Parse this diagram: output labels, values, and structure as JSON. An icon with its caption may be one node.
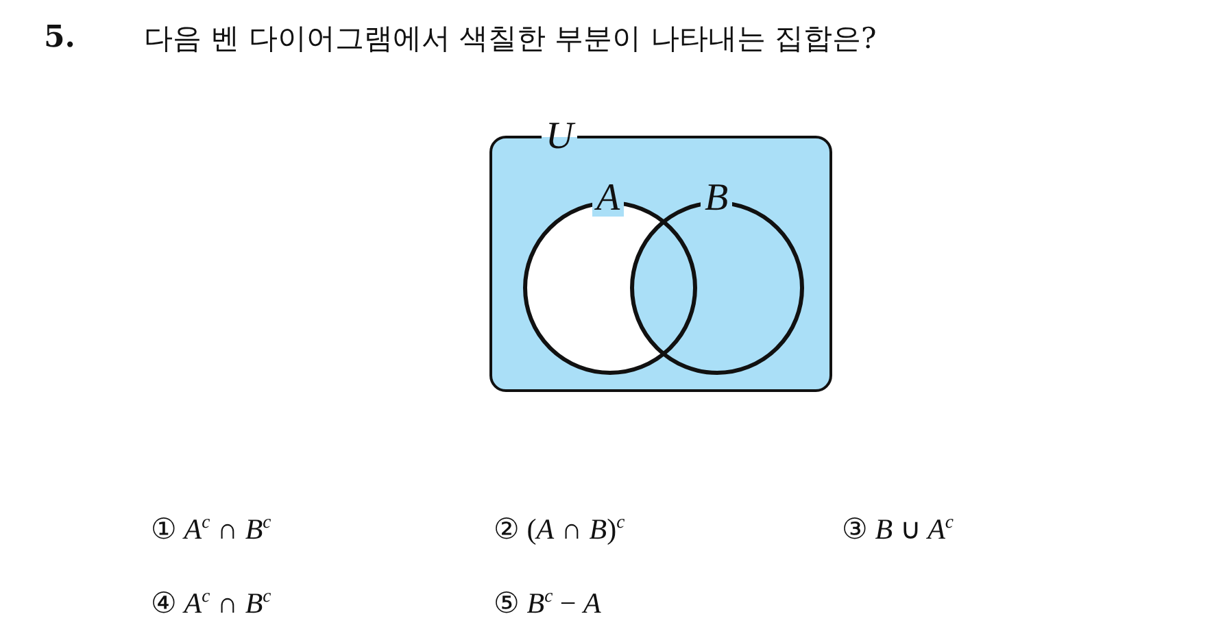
{
  "diagram": {
    "title": "다음 벤 다이어그램에서 색칠한 부분이 나타내는 집합은?",
    "nodes": [
      {
        "text": [
          "U"
        ]
      },
      {
        "text": [
          "A"
        ],
        "in": 0
      },
      {
        "text": [
          "B"
        ],
        "in": 0
      }
    ],
    "labels": [
      "5.",
      "① *A*$^{c}$ ∩ *B*$^{c}$",
      "② (*A* ∩ *B*)$^{c}$",
      "③ *B* ∪ *A*$^{c}$",
      "④ *A*$^{c}$ ∩ *B*$^{c}$",
      "⑤ *B*$^{c}$ − *A*"
    ]
  }
}
